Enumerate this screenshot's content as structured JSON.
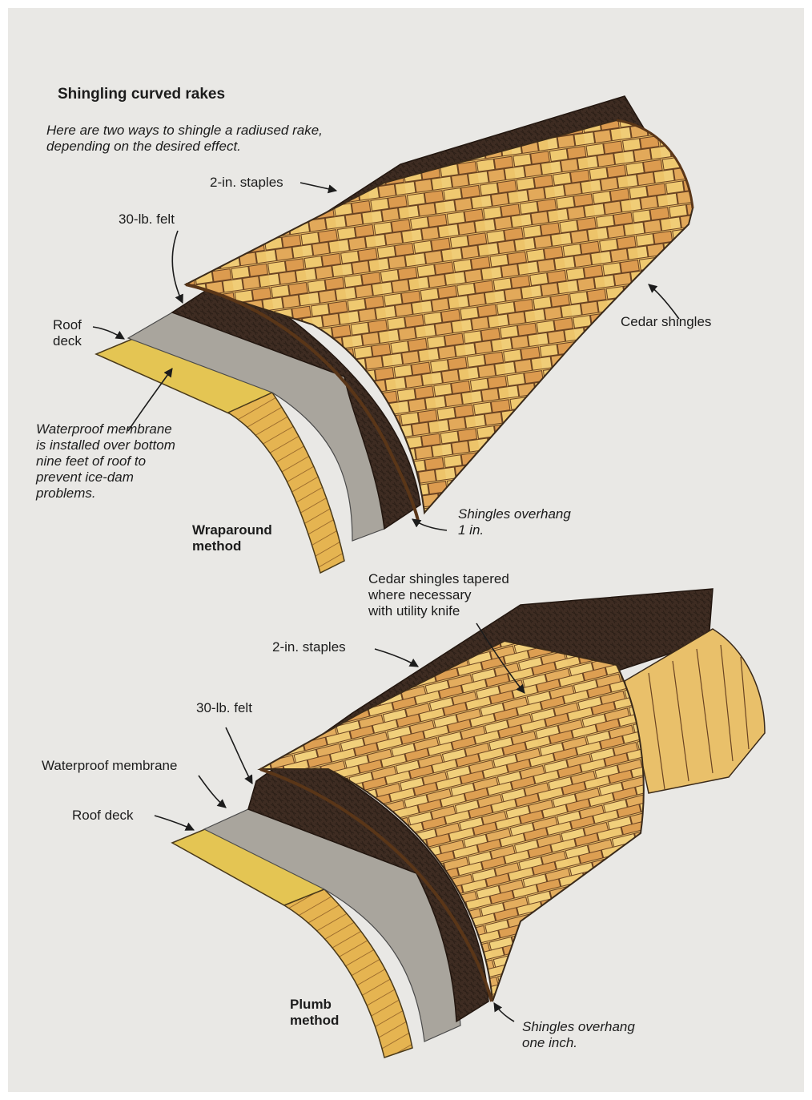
{
  "title": "Shingling curved rakes",
  "intro": "Here are two ways to shingle a radiused rake,\ndepending on the desired effect.",
  "colors": {
    "paper": "#e9e8e5",
    "felt": "#3e2c22",
    "membrane": "#a7a39b",
    "deck": "#e3c451",
    "cedar_light": "#edc66d",
    "cedar_dark": "#d99549",
    "outline": "#3a2a1a"
  },
  "wraparound": {
    "method_label": "Wraparound\nmethod",
    "staples": "2-in. staples",
    "felt": "30-lb. felt",
    "roof_deck": "Roof\ndeck",
    "cedar_shingles": "Cedar shingles",
    "membrane_note": "Waterproof membrane\nis installed over bottom\nnine feet of roof to\nprevent ice-dam\nproblems.",
    "overhang": "Shingles overhang\n1 in."
  },
  "plumb": {
    "method_label": "Plumb\nmethod",
    "tapered": "Cedar shingles tapered\nwhere necessary\nwith utility knife",
    "staples": "2-in. staples",
    "felt": "30-lb. felt",
    "membrane": "Waterproof membrane",
    "roof_deck": "Roof deck",
    "overhang": "Shingles overhang\none inch."
  }
}
